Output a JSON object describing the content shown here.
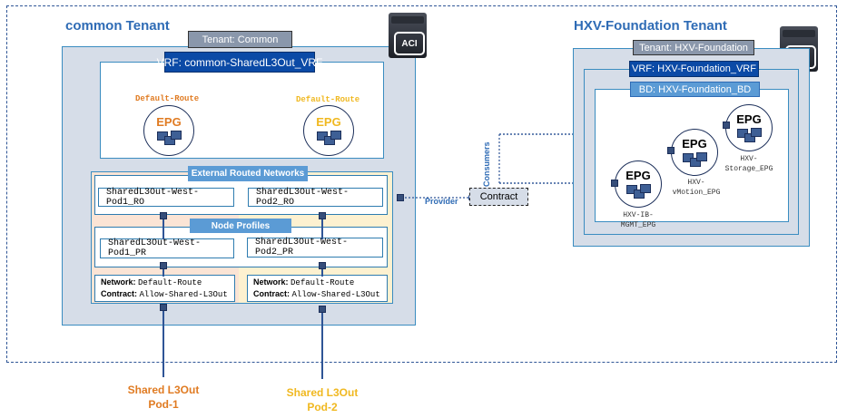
{
  "common_tenant": {
    "title": "common Tenant",
    "tenant_label": "Tenant: Common",
    "vrf_label": "VRF: common-SharedL3Out_VRF",
    "epgs": [
      {
        "label": "Default-Route",
        "epg": "EPG",
        "color": "#e07b22"
      },
      {
        "label": "Default-Route",
        "epg": "EPG",
        "color": "#f0b820"
      }
    ],
    "external_routed_networks": "External Routed Networks",
    "node_profiles": "Node Profiles",
    "routed_outs": [
      "SharedL3Out-West-Pod1_RO",
      "SharedL3Out-West-Pod2_RO"
    ],
    "profiles": [
      "SharedL3Out-West-Pod1_PR",
      "SharedL3Out-West-Pod2_PR"
    ],
    "policies": [
      {
        "network_key": "Network:",
        "network_val": "Default-Route",
        "contract_key": "Contract:",
        "contract_val": "Allow-Shared-L3Out"
      },
      {
        "network_key": "Network:",
        "network_val": "Default-Route",
        "contract_key": "Contract:",
        "contract_val": "Allow-Shared-L3Out"
      }
    ]
  },
  "contract": {
    "label": "Contract",
    "provider": "Provider",
    "consumers": "Consumers"
  },
  "hxv_tenant": {
    "title": "HXV-Foundation Tenant",
    "tenant_label": "Tenant: HXV-Foundation",
    "vrf_label": "VRF: HXV-Foundation_VRF",
    "bd_label": "BD: HXV-Foundation_BD",
    "epgs": [
      {
        "epg": "EPG",
        "name1": "HXV-IB-",
        "name2": "MGMT_EPG"
      },
      {
        "epg": "EPG",
        "name1": "HXV-",
        "name2": "vMotion_EPG"
      },
      {
        "epg": "EPG",
        "name1": "HXV-",
        "name2": "Storage_EPG"
      }
    ]
  },
  "aci_badge": "ACI",
  "pods": [
    {
      "line1": "Shared L3Out",
      "line2": "Pod-1",
      "color": "#e07b22"
    },
    {
      "line1": "Shared L3Out",
      "line2": "Pod-2",
      "color": "#f0b820"
    }
  ]
}
